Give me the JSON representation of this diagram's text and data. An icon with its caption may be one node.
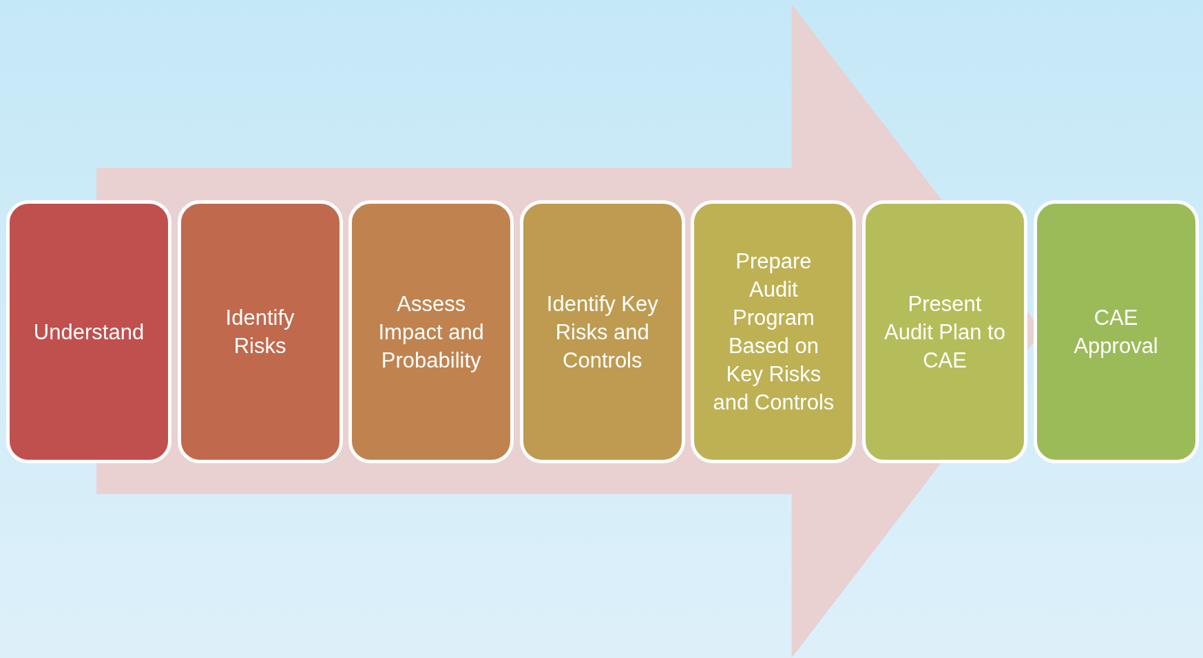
{
  "diagram": {
    "nodes": [
      {
        "text": [
          "Understand"
        ]
      },
      {
        "text": [
          "Identify Risks"
        ]
      },
      {
        "text": [
          "Assess Impact and Probability"
        ]
      },
      {
        "text": [
          "Identify Key Risks and Controls"
        ]
      },
      {
        "text": [
          "Prepare Audit Program Based on Key Risks and Controls"
        ]
      },
      {
        "text": [
          "Present Audit Plan to CAE"
        ]
      },
      {
        "text": [
          "CAE Approval"
        ]
      }
    ],
    "edges": [
      {
        "from": 0,
        "to": 6,
        "arrow": "to"
      }
    ]
  }
}
